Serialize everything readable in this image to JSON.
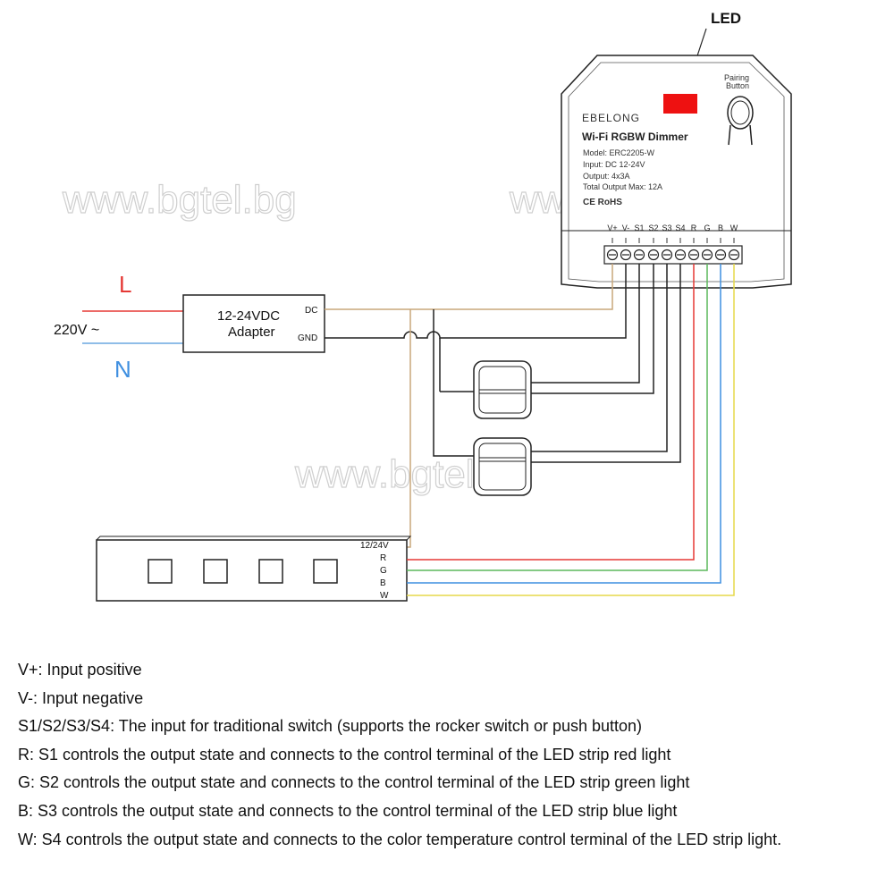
{
  "colors": {
    "line": "#222222",
    "live": "#e53935",
    "neutral": "#6aa7e0",
    "dc_tan": "#c9a77a",
    "strip_red": "#e53935",
    "strip_green": "#5cb85c",
    "strip_blue": "#3f8fe0",
    "strip_white": "#e6d84a",
    "led_red": "#ee1111",
    "watermark": "#cccccc"
  },
  "labels": {
    "led": "LED",
    "pairing_line1": "Pairing",
    "pairing_line2": "Button",
    "brand": "EBELONG",
    "product": "Wi-Fi RGBW Dimmer",
    "model": "Model: ERC2205-W",
    "input": "Input: DC 12-24V",
    "output": "Output: 4x3A",
    "total": "Total Output Max: 12A",
    "cert": "CE RoHS",
    "terminals": [
      "V+",
      "V-",
      "S1",
      "S2",
      "S3",
      "S4",
      "R",
      "G",
      "B",
      "W"
    ],
    "live": "L",
    "neutral": "N",
    "mains": "220V ~",
    "adapter_line1": "12-24VDC",
    "adapter_line2": "Adapter",
    "adapter_dc": "DC",
    "adapter_gnd": "GND",
    "strip_terminals": [
      "12/24V",
      "R",
      "G",
      "B",
      "W"
    ],
    "watermark": "www.bgtel.bg"
  },
  "legend": [
    "V+: Input positive",
    "V-: Input negative",
    "S1/S2/S3/S4: The input for traditional switch (supports the rocker switch or push button)",
    "R: S1 controls the output state and connects to the control terminal of the LED strip red light",
    "G: S2 controls the output state and connects to the control terminal of the LED strip green light",
    "B: S3 controls the output state and connects to the control terminal of the LED strip blue light",
    "W: S4 controls the output state and connects to the color temperature control terminal of the LED strip light."
  ]
}
